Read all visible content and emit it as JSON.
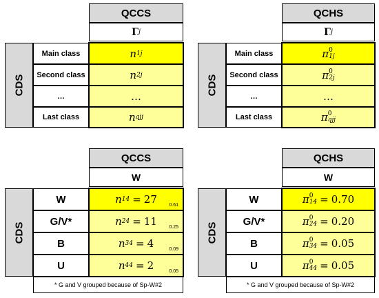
{
  "top_left": {
    "header": "QCCS",
    "subheader_symbol": "Γ",
    "subheader_index": "j",
    "side_label": "CDS",
    "rows": [
      {
        "label": "Main class",
        "sym": "n",
        "idx": "1j"
      },
      {
        "label": "Second class",
        "sym": "n",
        "idx": "2j"
      },
      {
        "label": "…",
        "sym": "…",
        "idx": ""
      },
      {
        "label": "Last class",
        "sym": "n",
        "idx": "qjj"
      }
    ]
  },
  "top_right": {
    "header": "QCHS",
    "subheader_symbol": "Γ",
    "subheader_index": "j",
    "side_label": "CDS",
    "rows": [
      {
        "label": "Main class",
        "sym": "π",
        "sup": "0",
        "idx": "1j"
      },
      {
        "label": "Second class",
        "sym": "π",
        "sup": "0",
        "idx": "2j"
      },
      {
        "label": "…",
        "sym": "…",
        "sup": "",
        "idx": ""
      },
      {
        "label": "Last class",
        "sym": "π",
        "sup": "0",
        "idx": "qjj"
      }
    ]
  },
  "bottom_left": {
    "header": "QCCS",
    "subheader": "W",
    "side_label": "CDS",
    "rows": [
      {
        "label": "W",
        "sym": "n",
        "idx": "14",
        "eq": "=",
        "val": "27",
        "share": "0.61"
      },
      {
        "label": "G/V*",
        "sym": "n",
        "idx": "24",
        "eq": "=",
        "val": "11",
        "share": "0.25"
      },
      {
        "label": "B",
        "sym": "n",
        "idx": "34",
        "eq": "=",
        "val": "4",
        "share": "0.09"
      },
      {
        "label": "U",
        "sym": "n",
        "idx": "44",
        "eq": "=",
        "val": "2",
        "share": "0.05"
      }
    ],
    "note": "* G and V grouped because of Sp-W#2"
  },
  "bottom_right": {
    "header": "QCHS",
    "subheader": "W",
    "side_label": "CDS",
    "rows": [
      {
        "label": "W",
        "sym": "π",
        "sup": "0",
        "idx": "14",
        "eq": "=",
        "val": "0.70"
      },
      {
        "label": "G/V*",
        "sym": "π",
        "sup": "0",
        "idx": "24",
        "eq": "=",
        "val": "0.20"
      },
      {
        "label": "B",
        "sym": "π",
        "sup": "0",
        "idx": "34",
        "eq": "=",
        "val": "0.05"
      },
      {
        "label": "U",
        "sym": "π",
        "sup": "0",
        "idx": "44",
        "eq": "=",
        "val": "0.05"
      }
    ],
    "note": "* G and V grouped because of Sp-W#2"
  },
  "colors": {
    "header_gray": "#d9d9d9",
    "highlight_yellow": "#ffff00",
    "light_yellow": "#ffff99"
  }
}
